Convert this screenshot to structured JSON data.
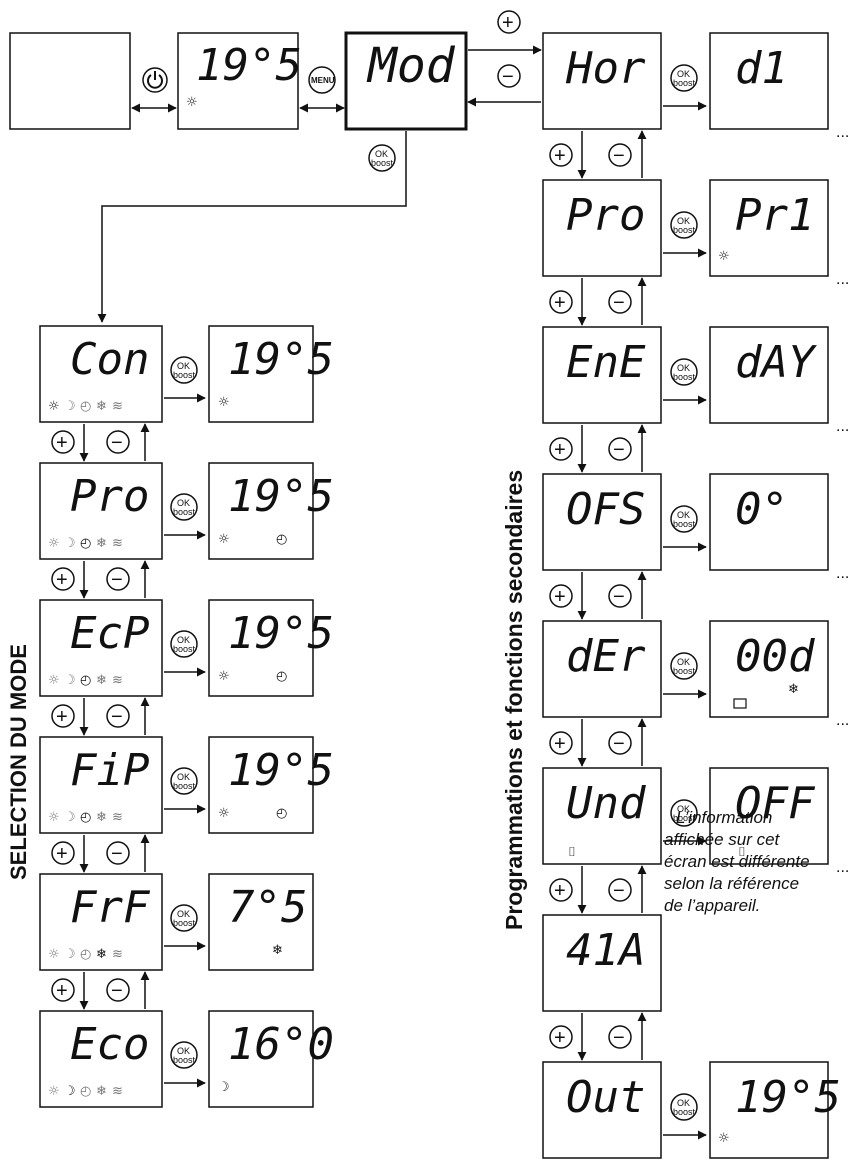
{
  "titles": {
    "mode_selection": "SELECTION DU MODE",
    "programming": "Programmations et fonctions secondaires"
  },
  "note": [
    "L’information",
    "affichée sur cet",
    "écran est différente",
    "selon la référence",
    "de l’appareil."
  ],
  "buttons": {
    "ok_line1": "OK",
    "ok_line2": "boost",
    "menu": "MENU",
    "plus": "+",
    "minus": "−",
    "power_icon": "power-icon"
  },
  "top_row": {
    "screen1": "",
    "screen2": "19°5",
    "screen3": "Mod"
  },
  "mode_menu": [
    {
      "label": "Con",
      "result": "19°5"
    },
    {
      "label": "Pro",
      "result": "19°5"
    },
    {
      "label": "EcP",
      "result": "19°5"
    },
    {
      "label": "FiP",
      "result": "19°5"
    },
    {
      "label": "FrF",
      "result": "7°5"
    },
    {
      "label": "Eco",
      "result": "16°0"
    }
  ],
  "programming_menu": [
    {
      "label": "Hor",
      "result": "d1"
    },
    {
      "label": "Pro",
      "result": "Pr1"
    },
    {
      "label": "EnE",
      "result": "dAY"
    },
    {
      "label": "OFS",
      "result": "0°"
    },
    {
      "label": "dEr",
      "result": "00d"
    },
    {
      "label": "Und",
      "result": "OFF"
    },
    {
      "label": "41A",
      "result": ""
    },
    {
      "label": "Out",
      "result": "19°5"
    }
  ],
  "ellipsis": "...",
  "icons": {
    "sun": "☼",
    "moon": "☽",
    "clock": "◴",
    "snow": "❄",
    "heat": "≋",
    "suitcase": "briefcase-icon",
    "window": "window-icon"
  }
}
